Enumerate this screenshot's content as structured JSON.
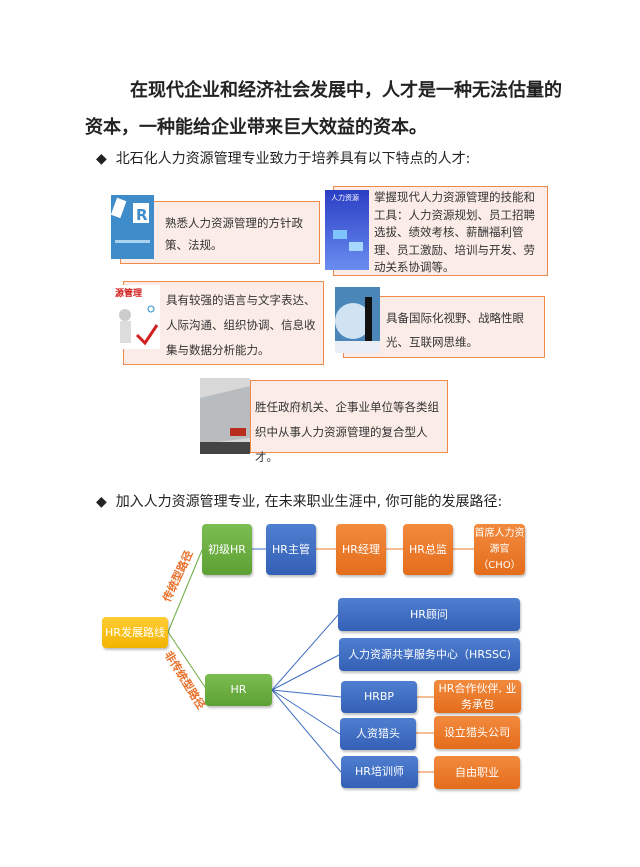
{
  "intro": {
    "line1": "在现代企业和经济社会发展中，人才是一种无法估量的",
    "line2": "资本，一种能给企业带来巨大效益的资本。"
  },
  "bullet1": "北石化人力资源管理专业致力于培养具有以下特点的人才:",
  "cards": [
    {
      "text": "熟悉人力资源管理的方针政策、法规。"
    },
    {
      "text": "掌握现代人力资源管理的技能和工具：人力资源规划、员工招聘选拔、绩效考核、薪酬福利管理、员工激励、培训与开发、劳动关系协调等。",
      "image_text": "人力资源"
    },
    {
      "text": "具有较强的语言与文字表达、人际沟通、组织协调、信息收集与数据分析能力。",
      "image_text": "源管理"
    },
    {
      "text": "具备国际化视野、战略性眼光、互联网思维。"
    },
    {
      "text": "胜任政府机关、企事业单位等各类组织中从事人力资源管理的复合型人才。"
    }
  ],
  "bullet2": "加入人力资源管理专业, 在未来职业生涯中, 你可能的发展路径:",
  "diagram": {
    "root": "HR发展路线",
    "path_traditional": "传统型路径",
    "path_nontraditional": "非传统型路径",
    "traditional": [
      "初级HR",
      "HR主管",
      "HR经理",
      "HR总监",
      "首席人力资源官（CHO）"
    ],
    "hr": "HR",
    "branches": [
      "HR顾问",
      "人力资源共享服务中心（HRSSC)",
      "HRBP",
      "人资猎头",
      "HR培训师"
    ],
    "outcomes": [
      "HR合作伙伴, 业务承包",
      "设立猎头公司",
      "自由职业"
    ]
  },
  "colors": {
    "green": "#6aac3f",
    "blue": "#4270c4",
    "orange": "#ec7a2c",
    "yellow": "#f7c11a",
    "card_border": "#ef8a4a",
    "card_bg": "#fbece7"
  }
}
